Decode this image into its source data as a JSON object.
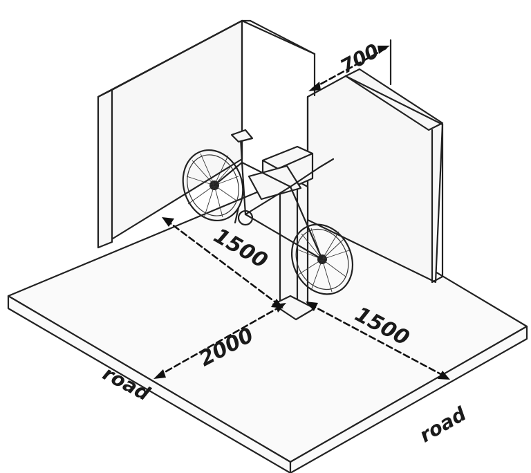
{
  "labels": {
    "dim_700": "700",
    "dim_1500_left": "1500",
    "dim_2000": "2000",
    "dim_1500_right": "1500",
    "road_left": "road",
    "road_right": "road"
  }
}
